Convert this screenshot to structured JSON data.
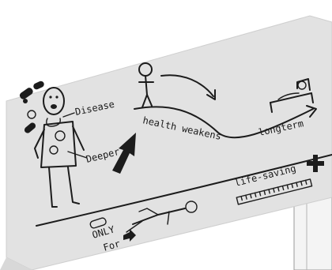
{
  "labels": {
    "disease": "Disease",
    "deeper": "Deeper",
    "health_weakens": "health weakens",
    "longterm": "longterm",
    "life_saving": "life-saving",
    "only": "ONLY",
    "for": "For"
  },
  "colors": {
    "paper": "#e3e3e3",
    "ink": "#1c1c1c",
    "background": "#ffffff"
  },
  "icons": [
    "pill-icon",
    "stick-figure-icon",
    "bed-icon",
    "medical-cross-icon",
    "ruler-icon",
    "arrow-icon"
  ]
}
